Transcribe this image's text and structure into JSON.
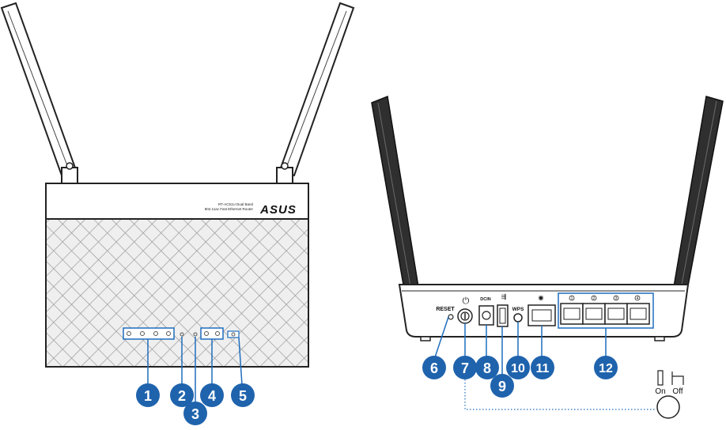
{
  "front": {
    "model_line1": "RT-AC51U Dual Band",
    "model_line2": "802.11ac Fast Ethernet Router",
    "brand": "ASUS"
  },
  "back": {
    "reset_label": "RESET",
    "dcin_label": "DCIN",
    "wps_label": "WPS",
    "lan_port_numbers": [
      "1",
      "2",
      "3",
      "4"
    ],
    "power_switch": {
      "on_label": "On",
      "off_label": "Off"
    }
  },
  "callouts": [
    "1",
    "2",
    "3",
    "4",
    "5",
    "6",
    "7",
    "8",
    "9",
    "10",
    "11",
    "12"
  ],
  "colors": {
    "callout_blue": "#1f63ad",
    "port_blue": "#1e6dbe",
    "router_dark": "#2b2b2b"
  }
}
